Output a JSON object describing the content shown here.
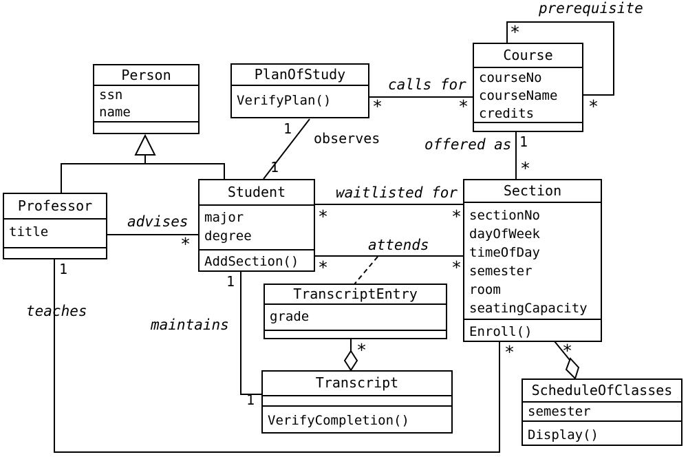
{
  "diagram_type": "uml-class-diagram",
  "classes": [
    {
      "name": "Person",
      "attributes": [
        "ssn",
        "name"
      ],
      "operations": []
    },
    {
      "name": "PlanOfStudy",
      "attributes": [],
      "operations": [
        "VerifyPlan()"
      ]
    },
    {
      "name": "Course",
      "attributes": [
        "courseNo",
        "courseName",
        "credits"
      ],
      "operations": []
    },
    {
      "name": "Professor",
      "attributes": [
        "title"
      ],
      "operations": []
    },
    {
      "name": "Student",
      "attributes": [
        "major",
        "degree"
      ],
      "operations": [
        "AddSection()"
      ]
    },
    {
      "name": "Section",
      "attributes": [
        "sectionNo",
        "dayOfWeek",
        "timeOfDay",
        "semester",
        "room",
        "seatingCapacity"
      ],
      "operations": [
        "Enroll()"
      ]
    },
    {
      "name": "TranscriptEntry",
      "attributes": [
        "grade"
      ],
      "operations": []
    },
    {
      "name": "Transcript",
      "attributes": [],
      "operations": [
        "VerifyCompletion()"
      ]
    },
    {
      "name": "ScheduleOfClasses",
      "attributes": [
        "semester"
      ],
      "operations": [
        "Display()"
      ]
    }
  ],
  "labels": {
    "prerequisite": "prerequisite",
    "calls_for": "calls for",
    "observes": "observes",
    "offered_as": "offered as",
    "waitlisted_for": "waitlisted for",
    "attends": "attends",
    "advises": "advises",
    "teaches": "teaches",
    "maintains": "maintains"
  },
  "multiplicities": [
    {
      "association": "prerequisite",
      "end": "course-top",
      "value": "*"
    },
    {
      "association": "prerequisite",
      "end": "course-right",
      "value": "*"
    },
    {
      "association": "calls for",
      "end": "planofstudy",
      "value": "*"
    },
    {
      "association": "calls for",
      "end": "course",
      "value": "*"
    },
    {
      "association": "observes",
      "end": "planofstudy",
      "value": "1"
    },
    {
      "association": "observes",
      "end": "student",
      "value": "1"
    },
    {
      "association": "offered as",
      "end": "course",
      "value": "1"
    },
    {
      "association": "offered as",
      "end": "section",
      "value": "*"
    },
    {
      "association": "waitlisted for",
      "end": "student",
      "value": "*"
    },
    {
      "association": "waitlisted for",
      "end": "section",
      "value": "*"
    },
    {
      "association": "attends",
      "end": "student",
      "value": "*"
    },
    {
      "association": "attends",
      "end": "section",
      "value": "*"
    },
    {
      "association": "advises",
      "end": "student",
      "value": "*"
    },
    {
      "association": "teaches",
      "end": "professor",
      "value": "1"
    },
    {
      "association": "teaches",
      "end": "section",
      "value": "*"
    },
    {
      "association": "maintains",
      "end": "student",
      "value": "1"
    },
    {
      "association": "maintains",
      "end": "transcript",
      "value": "1"
    },
    {
      "association": "aggregation",
      "end": "transcriptentry-transcript",
      "value": "*"
    },
    {
      "association": "aggregation",
      "end": "section-scheduleofclasses",
      "value": "*"
    }
  ],
  "colors": {
    "line": "#000000",
    "background": "#ffffff",
    "text": "#000000"
  }
}
